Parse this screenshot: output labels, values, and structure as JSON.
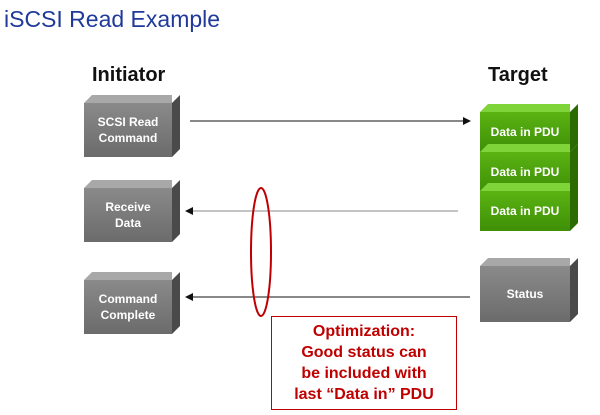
{
  "title": "iSCSI Read Example",
  "initiator": {
    "header": "Initiator",
    "boxes": [
      {
        "line1": "SCSI Read",
        "line2": "Command"
      },
      {
        "line1": "Receive",
        "line2": "Data"
      },
      {
        "line1": "Command",
        "line2": "Complete"
      }
    ]
  },
  "target": {
    "header": "Target",
    "data_pdus": [
      "Data in PDU",
      "Data in PDU",
      "Data in PDU"
    ],
    "status": "Status"
  },
  "callout": {
    "lines": [
      "Optimization:",
      "Good status can",
      "be included with",
      "last “Data in” PDU"
    ]
  },
  "colors": {
    "title": "#1f3a9b",
    "box_gray": "#6b6b6b",
    "box_green": "#4aa00c",
    "callout_red": "#c00000"
  }
}
